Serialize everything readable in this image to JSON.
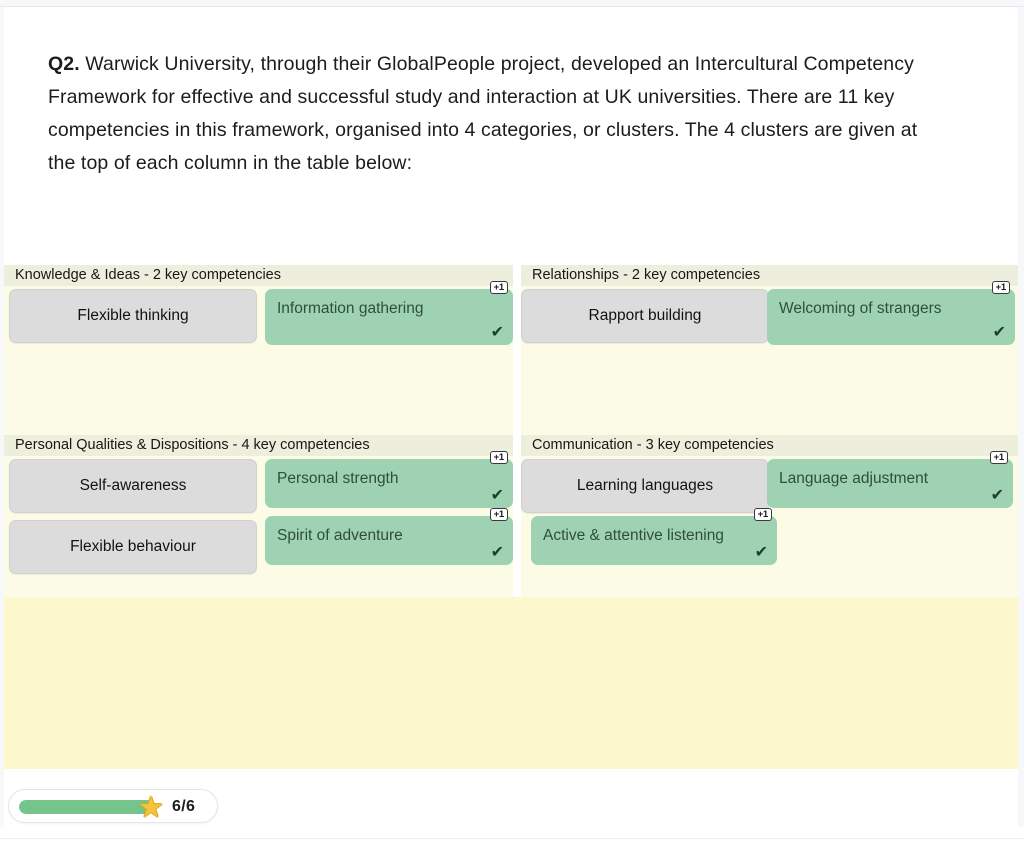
{
  "question": {
    "number": "Q2.",
    "text": " Warwick University, through their GlobalPeople project, developed an Intercultural Competency Framework for effective and successful study and interaction at UK universities. There are 11 key competencies in this framework, organised into 4 categories, or clusters. The 4 clusters are given at the top of each column in the table below:"
  },
  "panels": [
    {
      "header": "Knowledge & Ideas - 2 key competencies",
      "source_tiles": [
        {
          "label": "Flexible thinking"
        }
      ],
      "filled_tiles": [
        {
          "label": "Information gathering",
          "badge": "+1",
          "check": "✔"
        }
      ]
    },
    {
      "header": "Relationships - 2 key competencies",
      "source_tiles": [
        {
          "label": "Rapport building"
        }
      ],
      "filled_tiles": [
        {
          "label": "Welcoming of strangers",
          "badge": "+1",
          "check": "✔"
        }
      ]
    },
    {
      "header": "Personal Qualities & Dispositions - 4 key competencies",
      "source_tiles": [
        {
          "label": "Self-awareness"
        },
        {
          "label": "Flexible behaviour"
        }
      ],
      "filled_tiles": [
        {
          "label": "Personal strength",
          "badge": "+1",
          "check": "✔"
        },
        {
          "label": "Spirit of adventure",
          "badge": "+1",
          "check": "✔"
        }
      ]
    },
    {
      "header": "Communication - 3 key competencies",
      "source_tiles": [
        {
          "label": "Learning languages"
        }
      ],
      "filled_tiles": [
        {
          "label": "Language adjustment",
          "badge": "+1",
          "check": "✔"
        },
        {
          "label": "Active & attentive listening",
          "badge": "+1",
          "check": "✔"
        }
      ]
    }
  ],
  "progress": {
    "score": "6/6",
    "percent": 100,
    "star_glyph": "★",
    "fill_color": "#74c48b"
  }
}
